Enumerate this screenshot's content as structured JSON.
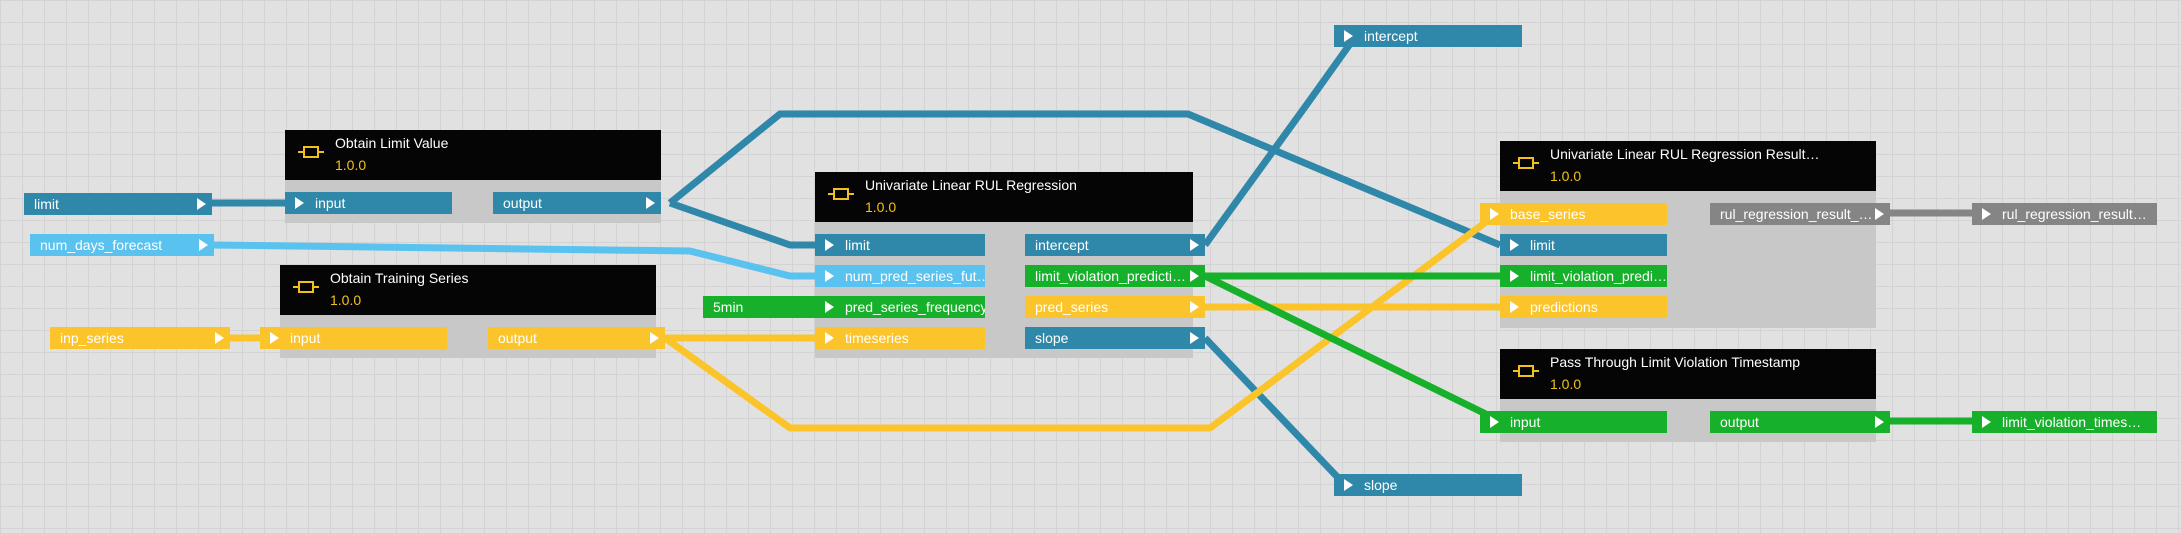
{
  "colors": {
    "blue": "#2f87a9",
    "light_blue": "#5ac2ee",
    "yellow": "#fbc42a",
    "green": "#17b02a",
    "gray": "#858585",
    "header": "#050505",
    "version": "#f2c21a"
  },
  "workflow_inputs": {
    "limit": "limit",
    "num_days_forecast": "num_days_forecast",
    "inp_series": "inp_series",
    "constant_5min": "5min"
  },
  "nodes": {
    "obtain_limit": {
      "icon": "component-icon",
      "title": "Obtain Limit Value",
      "version": "1.0.0",
      "input": "input",
      "output": "output"
    },
    "obtain_training": {
      "icon": "component-icon",
      "title": "Obtain Training Series",
      "version": "1.0.0",
      "input": "input",
      "output": "output"
    },
    "regression": {
      "icon": "component-icon",
      "title": "Univariate Linear RUL Regression",
      "version": "1.0.0",
      "inputs": [
        "limit",
        "num_pred_series_fut…",
        "pred_series_frequency",
        "timeseries"
      ],
      "outputs": [
        "intercept",
        "limit_violation_predicti…",
        "pred_series",
        "slope"
      ]
    },
    "result": {
      "icon": "component-icon",
      "title": "Univariate Linear RUL Regression Result…",
      "version": "1.0.0",
      "inputs": [
        "base_series",
        "limit",
        "limit_violation_predi…",
        "predictions"
      ],
      "output": "rul_regression_result_…"
    },
    "pass_through": {
      "icon": "component-icon",
      "title": "Pass Through Limit Violation Timestamp",
      "version": "1.0.0",
      "input": "input",
      "output": "output"
    }
  },
  "workflow_outputs": {
    "intercept": "intercept",
    "slope": "slope",
    "rul_regression_result": "rul_regression_result…",
    "limit_violation_timestamp": "limit_violation_times…"
  }
}
